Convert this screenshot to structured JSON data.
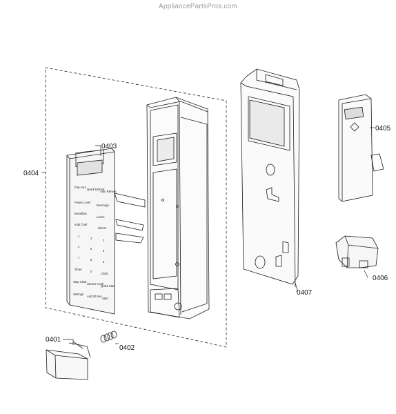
{
  "watermark": "AppliancePartsPros.com",
  "callouts": {
    "p0401": "0401",
    "p0402": "0402",
    "p0403": "0403",
    "p0404": "0404",
    "p0405": "0405",
    "p0406": "0406",
    "p0407": "0407"
  },
  "keypad": {
    "k1": "Pop-corn",
    "k2": "Quick Defrost",
    "k3": "Auto Reheat",
    "k4": "Power Level",
    "k5": "Beverage",
    "k6": "Breakfast",
    "k7": "Lunch",
    "k8": "Kids Chef",
    "k9": "Dinner",
    "d1": "1",
    "d2": "2",
    "d3": "3",
    "d4": "4",
    "d5": "5",
    "d6": "6",
    "d7": "7",
    "d8": "8",
    "d9": "9",
    "k10": "Timer",
    "d0": "0",
    "k11": "Clock",
    "k12": "Stop Clear",
    "k13": "Sensor Cook",
    "k14": "Quick Start",
    "k15": "Settings",
    "k16": "Add 30 Sec",
    "k17": "Start"
  },
  "colors": {
    "line": "#1a1a1a",
    "panel_fill": "#f4f4f4"
  }
}
